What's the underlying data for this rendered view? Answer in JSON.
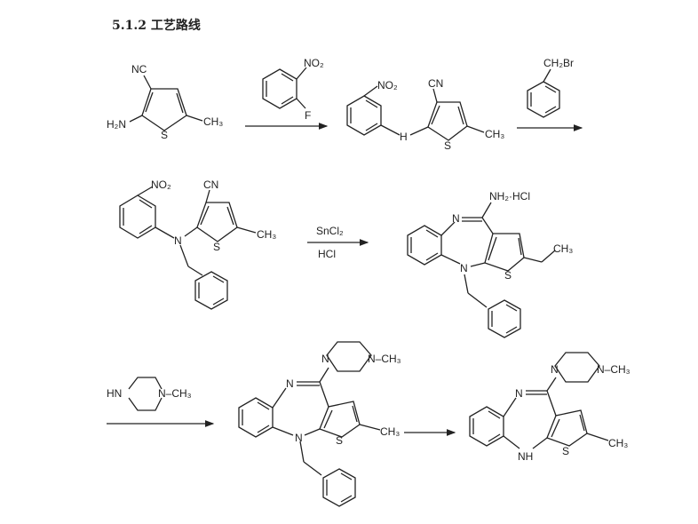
{
  "title": "5.1.2 工艺路线",
  "compound1": {
    "nc": "NC",
    "h2n": "H₂N",
    "s": "S",
    "ch3": "CH₃"
  },
  "reagent1": {
    "no2": "NO₂",
    "f": "F"
  },
  "compound2": {
    "no2": "NO₂",
    "cn": "CN",
    "h": "H",
    "s": "S",
    "ch3": "CH₃"
  },
  "reagent2": {
    "ch2br": "CH₂Br"
  },
  "compound3": {
    "no2": "NO₂",
    "cn": "CN",
    "n": "N",
    "s": "S",
    "ch3": "CH₃"
  },
  "reagent3": {
    "top": "SnCl₂",
    "bottom": "HCl"
  },
  "compound4": {
    "nh2hcl": "NH₂·HCl",
    "n1": "N",
    "n2": "N",
    "s": "S",
    "ch3": "CH₃"
  },
  "reagent4": {
    "hn": "HN",
    "nch3": "N–CH₃"
  },
  "compound5": {
    "n1": "N",
    "n2": "N",
    "s": "S",
    "ch3": "CH₃",
    "pipN": "N",
    "nch3": "N–CH₃"
  },
  "compound6": {
    "n1": "N",
    "nh": "NH",
    "s": "S",
    "ch3": "CH₃",
    "pipN": "N",
    "nch3": "N–CH₃"
  }
}
